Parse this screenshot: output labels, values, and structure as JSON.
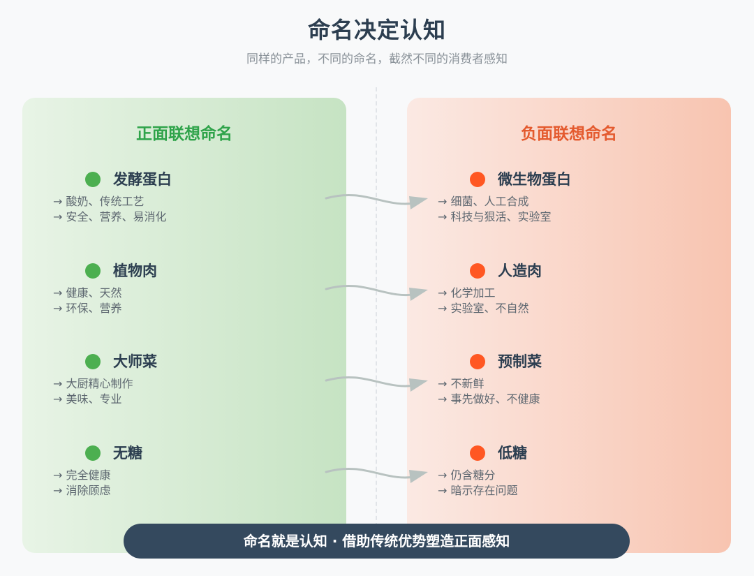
{
  "title": "命名决定认知",
  "subtitle": "同样的产品，不同的命名，截然不同的消费者感知",
  "positive": {
    "title": "正面联想命名",
    "items": [
      {
        "name": "发酵蛋白",
        "desc": [
          "→ 酸奶、传统工艺",
          "→ 安全、营养、易消化"
        ]
      },
      {
        "name": "植物肉",
        "desc": [
          "→ 健康、天然",
          "→ 环保、营养"
        ]
      },
      {
        "name": "大师菜",
        "desc": [
          "→ 大厨精心制作",
          "→ 美味、专业"
        ]
      },
      {
        "name": "无糖",
        "desc": [
          "→ 完全健康",
          "→ 消除顾虑"
        ]
      }
    ]
  },
  "negative": {
    "title": "负面联想命名",
    "items": [
      {
        "name": "微生物蛋白",
        "desc": [
          "→ 细菌、人工合成",
          "→ 科技与狠活、实验室"
        ]
      },
      {
        "name": "人造肉",
        "desc": [
          "→ 化学加工",
          "→ 实验室、不自然"
        ]
      },
      {
        "name": "预制菜",
        "desc": [
          "→ 不新鲜",
          "→ 事先做好、不健康"
        ]
      },
      {
        "name": "低糖",
        "desc": [
          "→ 仍含糖分",
          "→ 暗示存在问题"
        ]
      }
    ]
  },
  "banner": "命名就是认知 · 借助传统优势塑造正面感知",
  "colors": {
    "positive_accent": "#4caf50",
    "negative_accent": "#ff5722",
    "banner_bg": "#34495e"
  }
}
